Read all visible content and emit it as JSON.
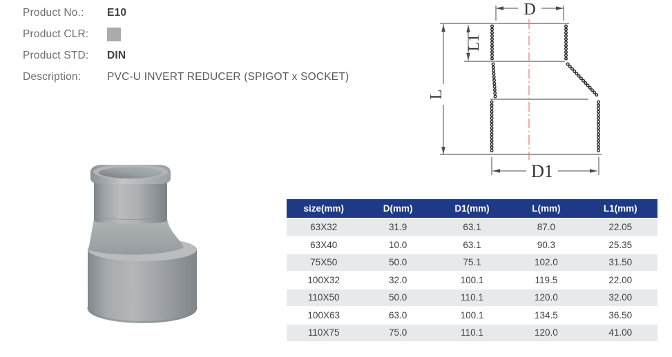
{
  "product_info": {
    "rows": [
      {
        "label": "Product No.:",
        "value": "E10",
        "type": "bold"
      },
      {
        "label": "Product CLR:",
        "value": "",
        "type": "swatch",
        "swatch_color": "#a9abad"
      },
      {
        "label": "Product STD:",
        "value": "DIN",
        "type": "bold"
      },
      {
        "label": "Description:",
        "value": "PVC-U INVERT REDUCER (SPIGOT x SOCKET)",
        "type": "plain"
      }
    ]
  },
  "diagram": {
    "labels": {
      "d": "D",
      "l1": "L1",
      "l": "L",
      "d1": "D1"
    },
    "line_color": "#3b3b3c",
    "centerline_color": "#ee8181"
  },
  "product_image": {
    "name": "pvc-u-invert-reducer-3d-render",
    "body_color": "#9aa0a3"
  },
  "table": {
    "header_bg": "#1e3a87",
    "alt_row_bg": "#e8e9eb",
    "columns": [
      "size(mm)",
      "D(mm)",
      "D1(mm)",
      "L(mm)",
      "L1(mm)"
    ],
    "rows": [
      [
        "63X32",
        "31.9",
        "63.1",
        "87.0",
        "22.05"
      ],
      [
        "63X40",
        "10.0",
        "63.1",
        "90.3",
        "25.35"
      ],
      [
        "75X50",
        "50.0",
        "75.1",
        "102.0",
        "31.50"
      ],
      [
        "100X32",
        "32.0",
        "100.1",
        "119.5",
        "22.00"
      ],
      [
        "110X50",
        "50.0",
        "110.1",
        "120.0",
        "32.00"
      ],
      [
        "100X63",
        "63.0",
        "100.1",
        "134.5",
        "36.50"
      ],
      [
        "110X75",
        "75.0",
        "110.1",
        "120.0",
        "41.00"
      ]
    ]
  }
}
